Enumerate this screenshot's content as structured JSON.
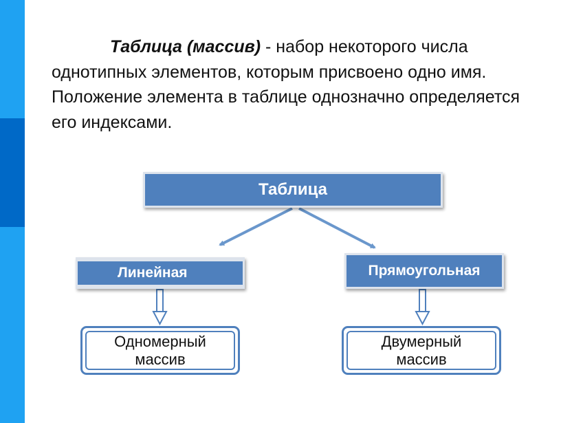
{
  "definition": {
    "term": "Таблица (массив)",
    "separator": " - ",
    "rest": "набор некоторого числа однотипных элементов, которым присвоено одно имя. Положение элемента в таблице однозначно определяется его индексами."
  },
  "diagram": {
    "root": "Таблица",
    "linear": "Линейная",
    "rectangular": "Прямоугольная",
    "one_dim_line1": "Одномерный",
    "one_dim_line2": "массив",
    "two_dim_line1": "Двумерный",
    "two_dim_line2": "массив"
  },
  "colors": {
    "accent_blue": "#1fa2f2",
    "accent_dark_blue": "#0069c7",
    "box_fill": "#4f80bd"
  }
}
